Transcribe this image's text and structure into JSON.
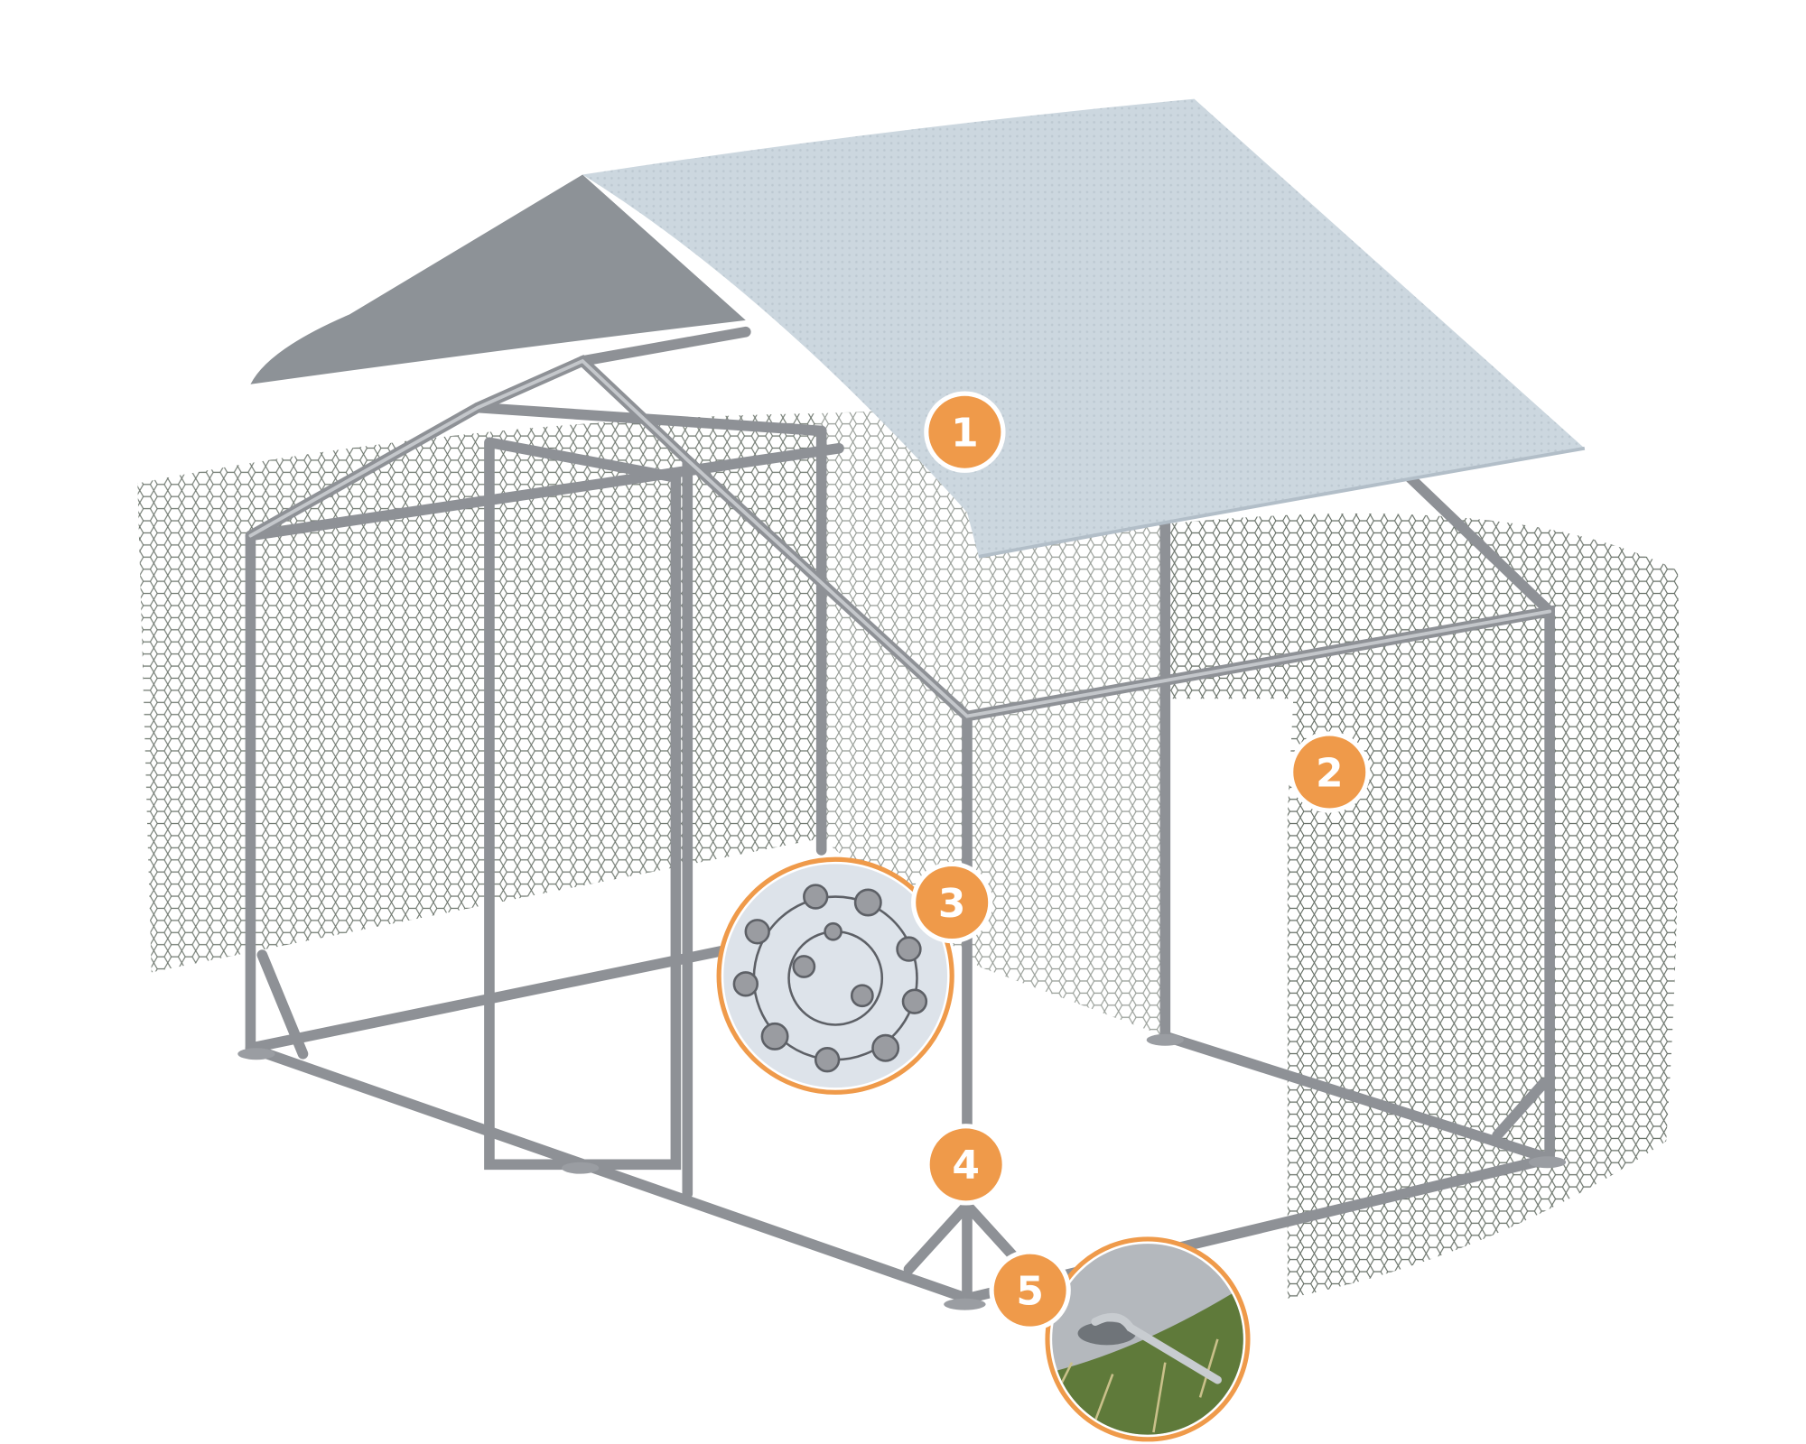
{
  "illustration": {
    "subject": "chicken-run",
    "callouts": [
      {
        "label": "1"
      },
      {
        "label": "2"
      },
      {
        "label": "3"
      },
      {
        "label": "4"
      },
      {
        "label": "5"
      }
    ],
    "colors": {
      "callout": "#ef9a4a",
      "callout_border": "#ffffff",
      "frame": "#8e9196",
      "roof": "#c9d4dc",
      "roof_back": "#8d9297",
      "mesh": "#3e4a3e"
    }
  }
}
